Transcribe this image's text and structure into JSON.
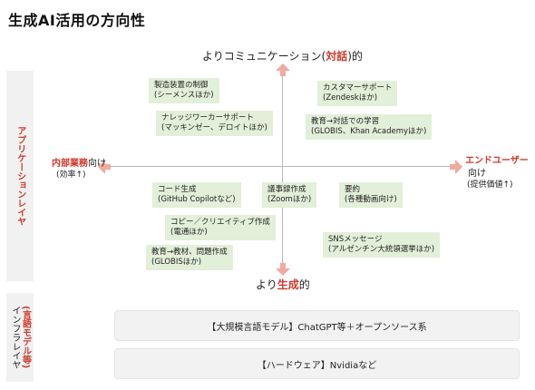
{
  "title": "生成AI活用の方向性",
  "layers": {
    "application": "アプリケーションレイヤ",
    "infra_title": "インフラレイヤ",
    "infra_sub": "(言語モデル等)"
  },
  "axes": {
    "top_pre": "よりコミュニケーション(",
    "top_em": "対話",
    "top_post": ")的",
    "bottom_pre": "より",
    "bottom_em": "生成",
    "bottom_post": "的",
    "left_em": "内部業務",
    "left_post": "向け",
    "left_sub": "(効率↑)",
    "right_em": "エンドユーザー",
    "right_post": "向け",
    "right_sub": "(提供価値↑)"
  },
  "cards": [
    {
      "line1": "製造装置の制御",
      "line2": "(シーメンスほか)"
    },
    {
      "line1": "ナレッジワーカーサポート",
      "line2": "(マッキンゼー、デロイトほか)"
    },
    {
      "line1": "カスタマーサポート",
      "line2": "(Zendeskほか)"
    },
    {
      "line1": "教育→対話での学習",
      "line2": "(GLOBIS、Khan Academyほか)"
    },
    {
      "line1": "コード生成",
      "line2": "(GitHub Copilotなど)"
    },
    {
      "line1": "議事録作成",
      "line2": "(Zoomほか)"
    },
    {
      "line1": "要約",
      "line2": "(各種動画向け)"
    },
    {
      "line1": "コピー／クリエイティブ作成",
      "line2": "(電通ほか)"
    },
    {
      "line1": "SNSメッセージ",
      "line2": "(アルゼンチン大統領選挙ほか)"
    },
    {
      "line1": "教育→教材、問題作成",
      "line2": "(GLOBISほか)"
    }
  ],
  "infra": {
    "llm": "【大規模言語モデル】ChatGPT等＋オープンソース系",
    "hardware": "【ハードウェア】Nvidiaなど"
  },
  "colors": {
    "accent_red": "#d03a2c",
    "card_green": "#e2efd9",
    "arrow_pink": "#f2a99f",
    "band_gray": "#f1f1f1"
  }
}
